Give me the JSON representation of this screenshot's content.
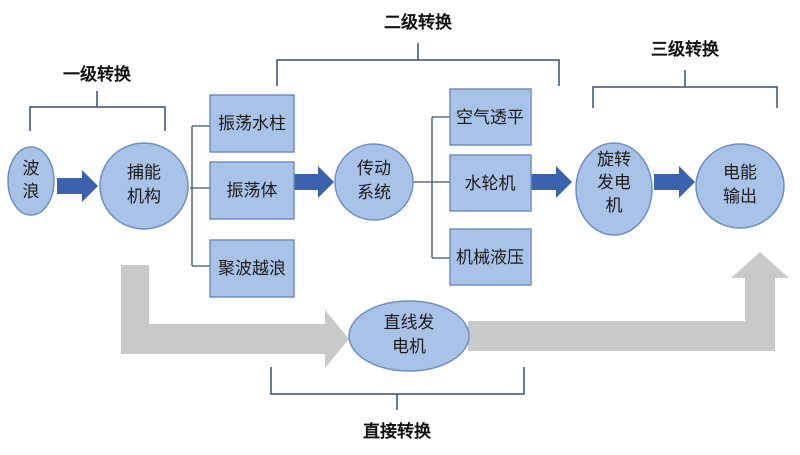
{
  "colors": {
    "node_fill": "#a9c3e8",
    "node_stroke": "#6f8fbf",
    "arrow_blue": "#3a62ad",
    "arrow_gray": "#c9c9c9",
    "bracket": "#3c4f73"
  },
  "labels": {
    "level1": "一级转换",
    "level2": "二级转换",
    "level3": "三级转换",
    "direct": "直接转换"
  },
  "nodes": {
    "wave": [
      "波",
      "浪"
    ],
    "capture": [
      "捕能",
      "机构"
    ],
    "osc_column": "振荡水柱",
    "osc_body": "振荡体",
    "overtopping": "聚波越浪",
    "transmission": [
      "传动",
      "系统"
    ],
    "air_turbine": "空气透平",
    "water_turbine": "水轮机",
    "hydraulic": "机械液压",
    "rotary_gen": [
      "旋转",
      "发电",
      "机"
    ],
    "output": [
      "电能",
      "输出"
    ],
    "linear_gen": [
      "直线发",
      "电机"
    ]
  }
}
